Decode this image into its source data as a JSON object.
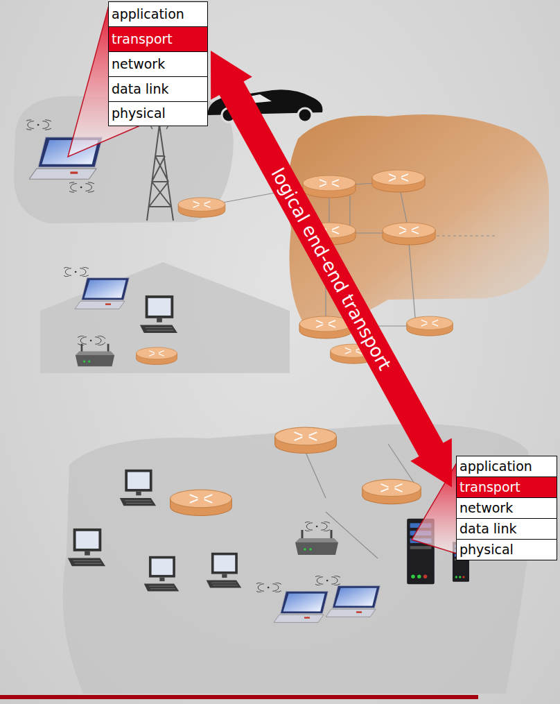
{
  "diagram": {
    "nodes": [
      {
        "text": [
          "application"
        ]
      },
      {
        "text": [
          "transport"
        ]
      },
      {
        "text": [
          "network"
        ]
      },
      {
        "text": [
          "data link"
        ]
      },
      {
        "text": [
          "physical"
        ]
      },
      {
        "text": [
          "application"
        ]
      },
      {
        "text": [
          "transport"
        ]
      },
      {
        "text": [
          "network"
        ]
      },
      {
        "text": [
          "data link"
        ]
      },
      {
        "text": [
          "physical"
        ]
      }
    ],
    "edges": [
      {
        "from": 1,
        "to": 6,
        "label": "logical end-end transport",
        "arrow": "both"
      }
    ]
  }
}
